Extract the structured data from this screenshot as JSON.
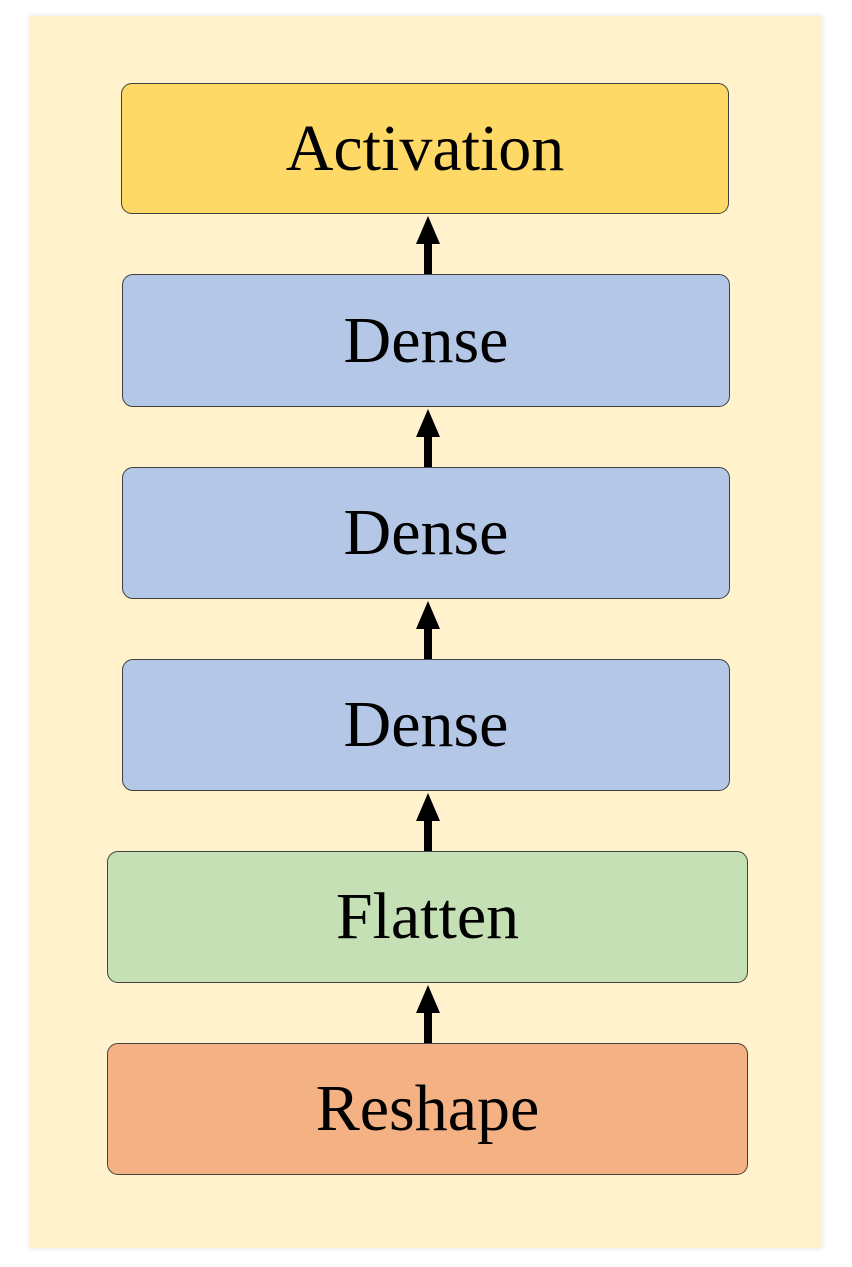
{
  "diagram": {
    "layers": [
      {
        "label": "Activation",
        "color": "#ffd966"
      },
      {
        "label": "Dense",
        "color": "#b4c7e7"
      },
      {
        "label": "Dense",
        "color": "#b4c7e7"
      },
      {
        "label": "Dense",
        "color": "#b4c7e7"
      },
      {
        "label": "Flatten",
        "color": "#c5e0b4"
      },
      {
        "label": "Reshape",
        "color": "#f4b183"
      }
    ],
    "arrow_color": "#000000",
    "panel_color": "#fff2cc"
  }
}
